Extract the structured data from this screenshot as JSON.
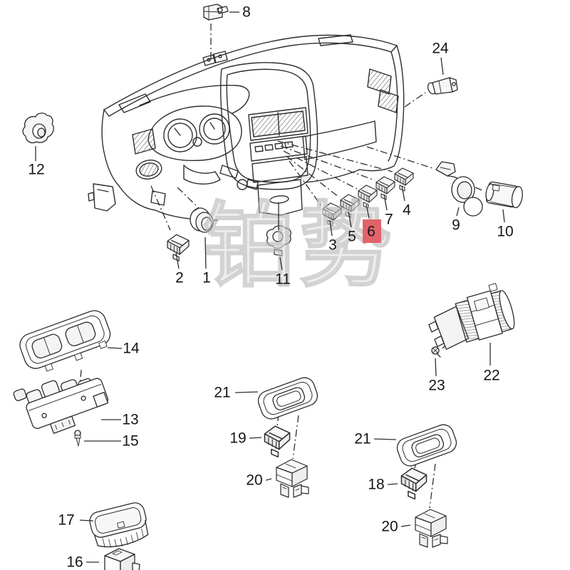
{
  "diagram": {
    "type": "exploded-parts-diagram",
    "subject": "car dashboard switches and sockets",
    "background_color": "#ffffff",
    "line_color": "#2e2e2e",
    "label_color": "#161616"
  },
  "watermark": {
    "text": "铂势",
    "color": "#e2e2e2",
    "outline_color": "#b5b5b5"
  },
  "highlight": {
    "box_color": "#e2636b",
    "text_color": "#7a161c",
    "highlighted_part": "6"
  },
  "callouts": [
    {
      "part": "8"
    },
    {
      "part": "24"
    },
    {
      "part": "12"
    },
    {
      "part": "2"
    },
    {
      "part": "1"
    },
    {
      "part": "11"
    },
    {
      "part": "3"
    },
    {
      "part": "5"
    },
    {
      "part": "6",
      "highlighted": true
    },
    {
      "part": "7"
    },
    {
      "part": "4"
    },
    {
      "part": "9"
    },
    {
      "part": "10"
    },
    {
      "part": "14"
    },
    {
      "part": "13"
    },
    {
      "part": "15"
    },
    {
      "part": "17"
    },
    {
      "part": "16"
    },
    {
      "part": "21"
    },
    {
      "part": "19"
    },
    {
      "part": "20"
    },
    {
      "part": "22"
    },
    {
      "part": "23"
    },
    {
      "part": "21"
    },
    {
      "part": "18"
    },
    {
      "part": "20"
    }
  ]
}
